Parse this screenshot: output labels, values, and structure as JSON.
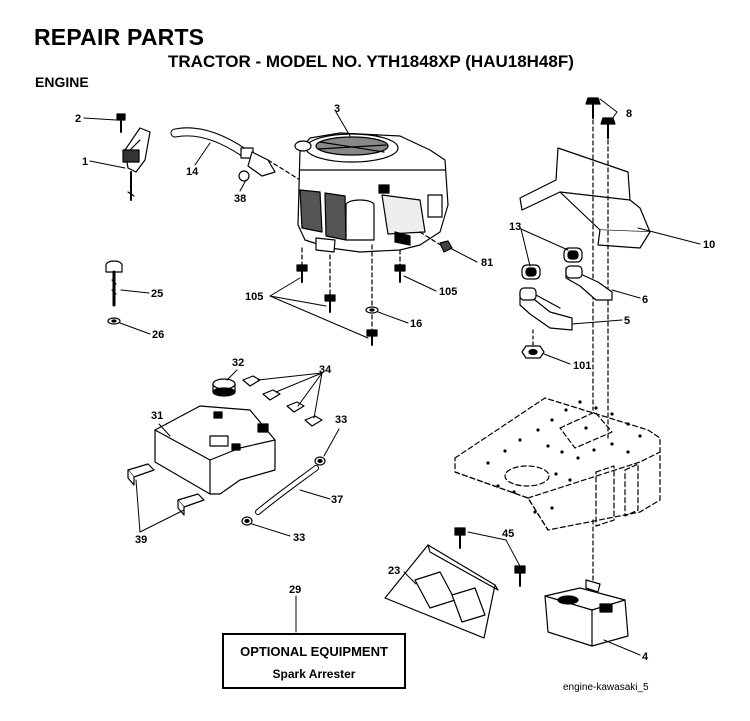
{
  "header": {
    "title": "REPAIR PARTS",
    "subtitle": "TRACTOR - MODEL NO. YTH1848XP (HAU18H48F)",
    "section": "ENGINE"
  },
  "callouts": {
    "p1": "1",
    "p2": "2",
    "p3": "3",
    "p4": "4",
    "p5": "5",
    "p6": "6",
    "p8": "8",
    "p10": "10",
    "p13": "13",
    "p14": "14",
    "p16": "16",
    "p23": "23",
    "p25": "25",
    "p26": "26",
    "p29": "29",
    "p31": "31",
    "p32": "32",
    "p33a": "33",
    "p33b": "33",
    "p34": "34",
    "p37": "37",
    "p38": "38",
    "p39": "39",
    "p45": "45",
    "p81": "81",
    "p101": "101",
    "p105a": "105",
    "p105b": "105"
  },
  "optional_box": {
    "heading": "OPTIONAL EQUIPMENT",
    "item": "Spark Arrester"
  },
  "footer": {
    "file_ref": "engine-kawasaki_5"
  }
}
